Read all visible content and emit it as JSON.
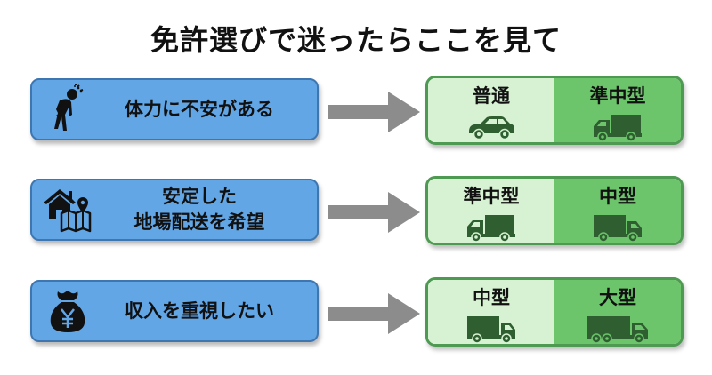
{
  "title": "免許選びで迷ったらここを見て",
  "colors": {
    "condition_fill": "#62a6e6",
    "condition_border": "#3f76b0",
    "arrow": "#8c8c8c",
    "license_light": "#d6f2d2",
    "license_dark": "#6cc46b",
    "license_border": "#4e9a52",
    "vehicle_icon": "#2f5e30"
  },
  "rows": [
    {
      "condition": {
        "icon": "tired-person-icon",
        "lines": [
          "体力に不安がある"
        ]
      },
      "arrow": "arrow-right-icon",
      "licenses": [
        {
          "name": "普通",
          "vehicle": "car-icon"
        },
        {
          "name": "準中型",
          "vehicle": "small-truck-icon"
        }
      ]
    },
    {
      "condition": {
        "icon": "home-map-icon",
        "lines": [
          "安定した",
          "地場配送を希望"
        ]
      },
      "arrow": "arrow-right-icon",
      "licenses": [
        {
          "name": "準中型",
          "vehicle": "small-truck-icon"
        },
        {
          "name": "中型",
          "vehicle": "medium-truck-icon"
        }
      ]
    },
    {
      "condition": {
        "icon": "yen-money-bag-icon",
        "lines": [
          "収入を重視したい"
        ]
      },
      "arrow": "arrow-right-icon",
      "licenses": [
        {
          "name": "中型",
          "vehicle": "medium-truck-icon"
        },
        {
          "name": "大型",
          "vehicle": "large-truck-icon"
        }
      ]
    }
  ]
}
